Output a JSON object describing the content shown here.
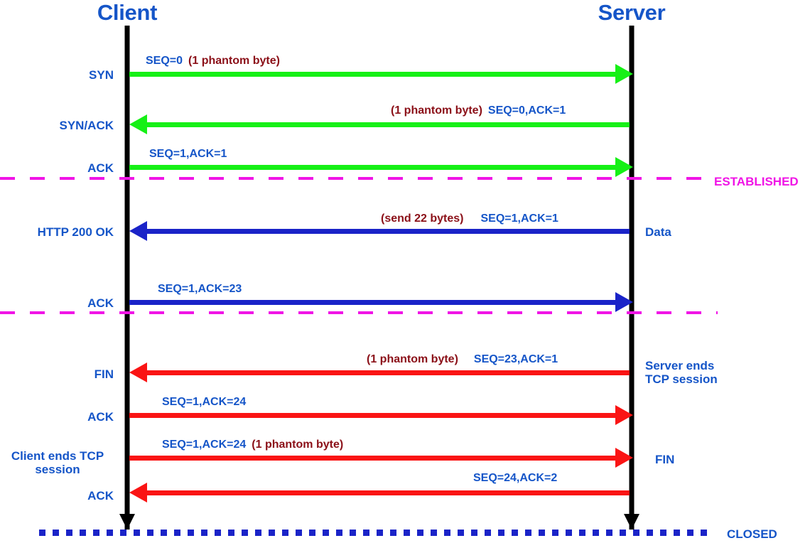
{
  "diagram": {
    "title_client": "Client",
    "title_server": "Server",
    "colors": {
      "handshake": "#16f016",
      "data": "#1a23c8",
      "teardown": "#fa1414",
      "label_blue": "#1555c8",
      "phantom_red": "#8b1018",
      "established_magenta": "#f014e6",
      "lifeline_black": "#000000"
    },
    "messages": [
      {
        "id": "syn",
        "left_label": "SYN",
        "right_label": "",
        "seq": "SEQ=0",
        "phantom": "(1 phantom byte)",
        "phantom_first": false,
        "direction": "right",
        "color_key": "handshake"
      },
      {
        "id": "syn-ack",
        "left_label": "SYN/ACK",
        "right_label": "",
        "seq": "SEQ=0,ACK=1",
        "phantom": "(1 phantom byte)",
        "phantom_first": true,
        "direction": "left",
        "color_key": "handshake"
      },
      {
        "id": "ack-handshake",
        "left_label": "ACK",
        "right_label": "",
        "seq": "SEQ=1,ACK=1",
        "phantom": "",
        "phantom_first": false,
        "direction": "right",
        "color_key": "handshake"
      },
      {
        "id": "http-200-ok",
        "left_label": "HTTP 200 OK",
        "right_label": "Data",
        "seq": "SEQ=1,ACK=1",
        "phantom": "(send 22 bytes)",
        "phantom_first": true,
        "direction": "left",
        "color_key": "data"
      },
      {
        "id": "ack-data",
        "left_label": "ACK",
        "right_label": "",
        "seq": "SEQ=1,ACK=23",
        "phantom": "",
        "phantom_first": false,
        "direction": "right",
        "color_key": "data"
      },
      {
        "id": "fin-server",
        "left_label": "FIN",
        "right_label": "Server ends\nTCP session",
        "seq": "SEQ=23,ACK=1",
        "phantom": "(1 phantom byte)",
        "phantom_first": true,
        "direction": "left",
        "color_key": "teardown"
      },
      {
        "id": "ack-fin-server",
        "left_label": "ACK",
        "right_label": "",
        "seq": "SEQ=1,ACK=24",
        "phantom": "",
        "phantom_first": false,
        "direction": "right",
        "color_key": "teardown"
      },
      {
        "id": "fin-client",
        "left_label": "Client ends TCP session",
        "right_label": "FIN",
        "seq": "SEQ=1,ACK=24",
        "phantom": "(1 phantom byte)",
        "phantom_first": false,
        "direction": "right",
        "color_key": "teardown"
      },
      {
        "id": "ack-fin-client",
        "left_label": "ACK",
        "right_label": "",
        "seq": "SEQ=24,ACK=2",
        "phantom": "",
        "phantom_first": false,
        "direction": "left",
        "color_key": "teardown"
      }
    ],
    "states": {
      "established_label": "ESTABLISHED",
      "closed_label": "CLOSED"
    }
  }
}
